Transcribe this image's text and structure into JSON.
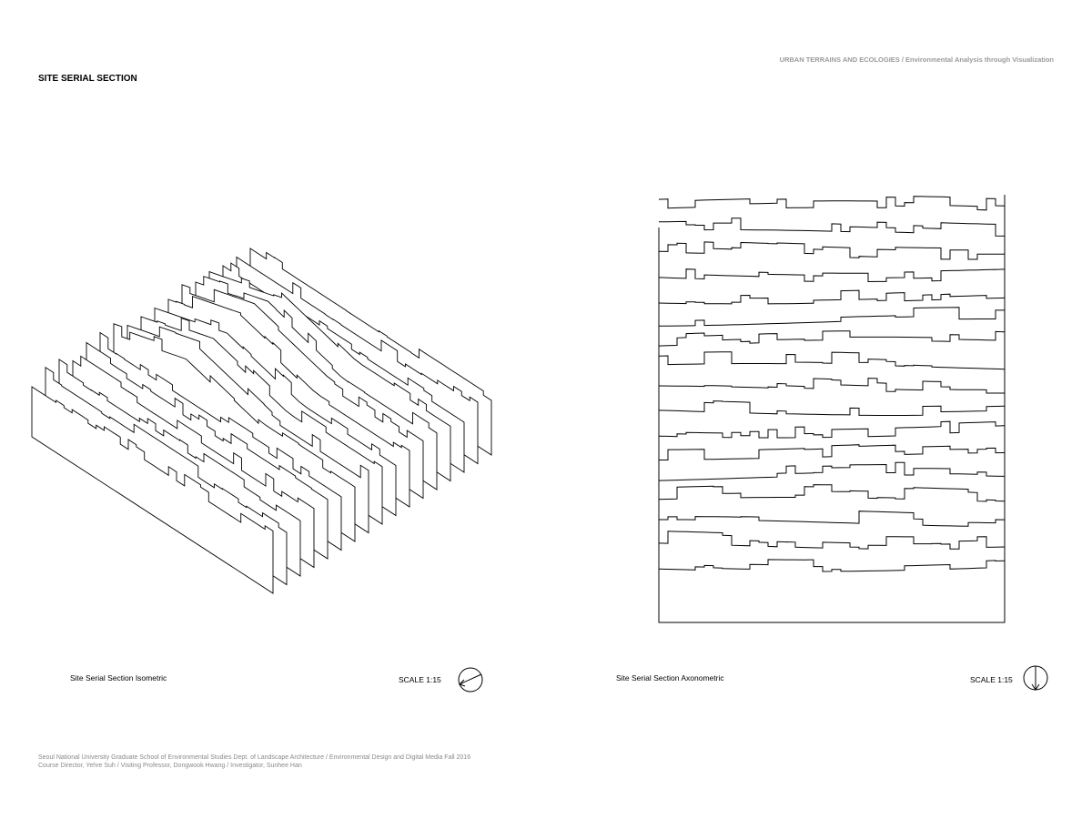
{
  "header": {
    "title": "SITE SERIAL SECTION",
    "series_title": "URBAN TERRAINS AND ECOLOGIES / Environmental Analysis through Visualization"
  },
  "drawings": [
    {
      "caption": "Site Serial Section Isometric",
      "scale": "SCALE 1:15",
      "north_arrow_icon": "north-arrow-icon"
    },
    {
      "caption": "Site Serial Section Axonometric",
      "scale": "SCALE 1:15",
      "north_arrow_icon": "north-arrow-icon"
    }
  ],
  "footer": {
    "line1": "Seoul National University Graduate School of Environmental Studies Dept. of Landscape Architecture / Environmental Design and Digital Media Fall 2016",
    "line2": "Course Director, Yehre Suh / Visiting Professor, Dongwook Hwang / Investigator, Sunhee Han"
  }
}
